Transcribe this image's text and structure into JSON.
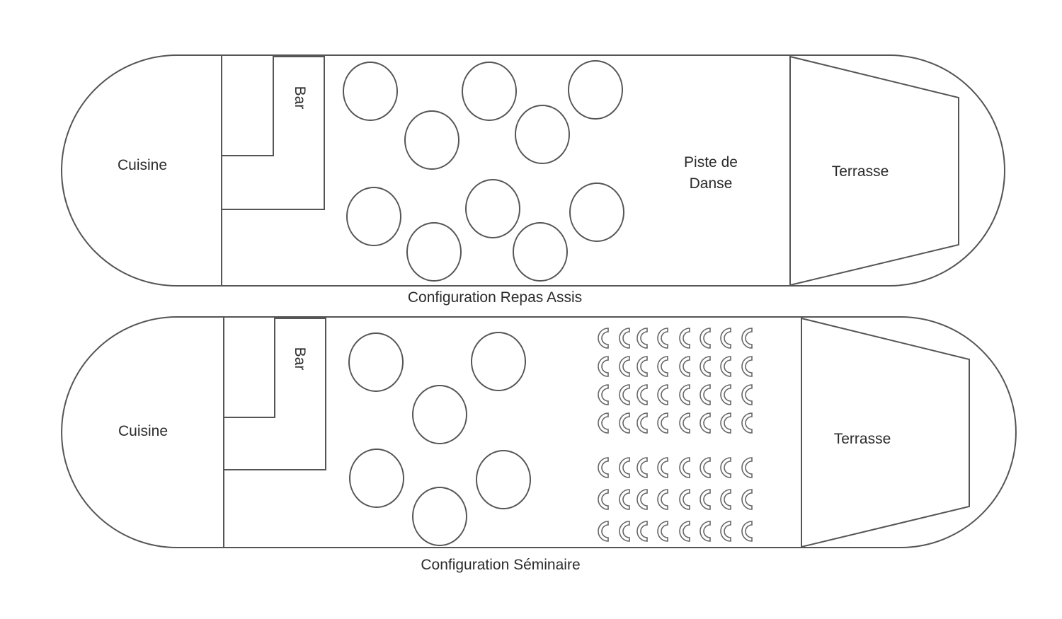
{
  "plans": [
    {
      "cuisine": "Cuisine",
      "bar": "Bar",
      "dance_line1": "Piste de",
      "dance_line2": "Danse",
      "terrasse": "Terrasse",
      "caption": "Configuration Repas Assis"
    },
    {
      "cuisine": "Cuisine",
      "bar": "Bar",
      "terrasse": "Terrasse",
      "caption": "Configuration Séminaire"
    }
  ],
  "colors": {
    "line": "#555555",
    "text": "#2b2b2b"
  }
}
